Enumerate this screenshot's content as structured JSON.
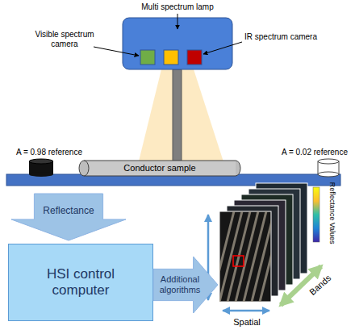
{
  "diagram": {
    "nodes": [
      {
        "text": [
          "Conductor sample"
        ]
      },
      {
        "text": [
          "Reflectance"
        ]
      },
      {
        "text": [
          "HSI control computer"
        ]
      },
      {
        "text": [
          "Additional algorithms"
        ]
      }
    ],
    "labels": [
      "Multi spectrum lamp",
      "Visible spectrum camera",
      "IR spectrum camera",
      "A = 0.98 reference",
      "A = 0.02 reference",
      "Reflectance Values",
      "Bands",
      "Spatial"
    ]
  }
}
